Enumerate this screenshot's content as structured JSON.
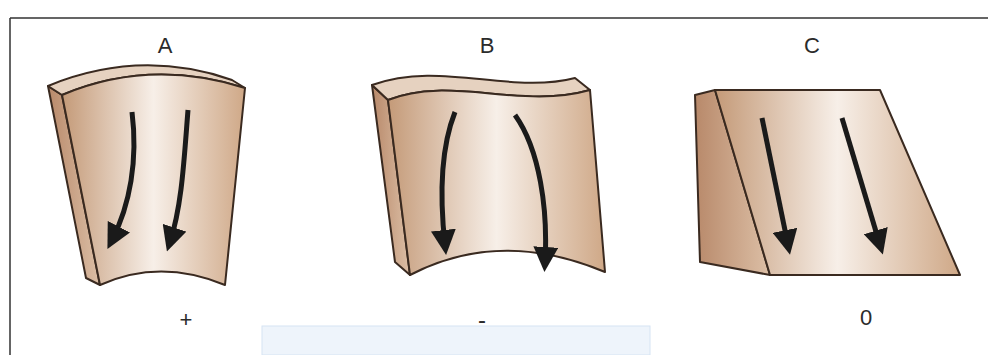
{
  "diagram": {
    "labels": [
      "A",
      "B",
      "C",
      "+",
      "-",
      "0"
    ]
  }
}
